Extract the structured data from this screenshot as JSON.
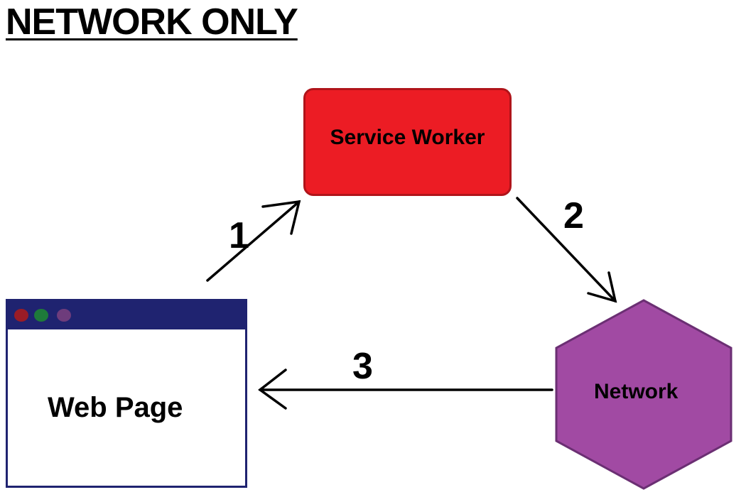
{
  "title": "NETWORK ONLY",
  "nodes": {
    "service_worker": {
      "label": "Service Worker",
      "color": "#ec1c24"
    },
    "web_page": {
      "label": "Web Page",
      "frame_color": "#1f2370"
    },
    "network": {
      "label": "Network",
      "color": "#a14aa3"
    }
  },
  "steps": {
    "one": "1",
    "two": "2",
    "three": "3"
  }
}
